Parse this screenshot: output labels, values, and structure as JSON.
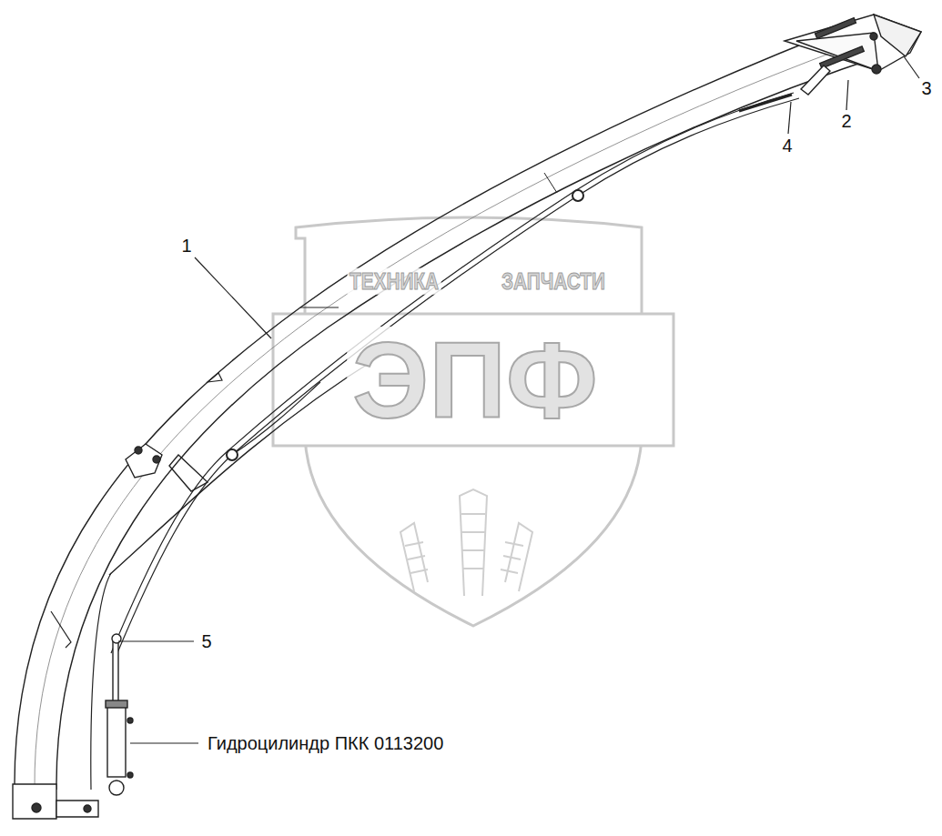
{
  "diagram": {
    "labels": [
      "1",
      "2",
      "3",
      "4",
      "5",
      "Гидроцилиндр ПКК 0113200",
      "ТЕХНИКА",
      "ЗАПЧАСТИ",
      "ЭПФ"
    ]
  }
}
